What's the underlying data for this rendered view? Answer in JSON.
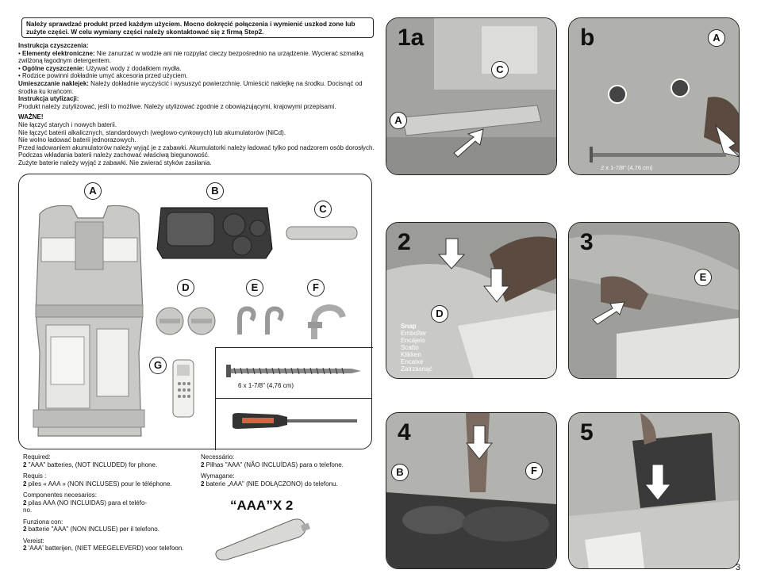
{
  "warning_box": "Należy sprawdzać produkt przed każdym użyciem. Mocno dokręcić połączenia i wymienić uszkod zone lub zużyte części. W celu wymiany części należy skontaktować się z firmą Step2.",
  "info": {
    "cleaning_title": "Instrukcja czyszczenia:",
    "electronic_label": "Elementy elektroniczne:",
    "electronic_text": " Nie zanurzać w wodzie ani nie rozpylać cieczy bezpośrednio na urządzenie. Wycierać szmatką zwilżoną łagodnym detergentem.",
    "general_label": "Ogólne czyszczenie:",
    "general_text": " Używać wody z dodatkiem mydła.",
    "parents_text": "Rodzice powinni dokładnie umyć akcesoria przed użyciem.",
    "sticker_label": "Umieszczanie naklejek:",
    "sticker_text": " Należy dokładnie wyczyścić i wysuszyć powierzchnię. Umieścić naklejkę na środku. Docisnąć od środka ku krańcom.",
    "disposal_title": "Instrukcja utylizacji:",
    "disposal_text": "Produkt należy zutylizować, jeśli to możliwe. Należy utylizować zgodnie z obowiązującymi, krajowymi przepisami.",
    "important_title": "WAŻNE!",
    "imp_1": "Nie łączyć starych i nowych baterii.",
    "imp_2": "Nie łączyć baterii alkalicznych, standardowych (weglowo-cynkowych) lub akumulatorów (NiCd).",
    "imp_3": "Nie wolno ładować baterii jednorazowych.",
    "imp_4": "Przed ładowaniem akumulatorów należy wyjąć je z zabawki. Akumulatorki należy ładować tylko pod nadzorem osób dorosłych. Podczas wkładania baterii należy zachować właściwą biegunowość.",
    "imp_5": "Zużyte baterie należy wyjąć z zabawki. Nie zwierać styków zasilania."
  },
  "parts": {
    "A": "A",
    "B": "B",
    "C": "C",
    "D": "D",
    "E": "E",
    "F": "F",
    "G": "G",
    "screw_label": "6 x 1-7/8\" (4,76 cm)"
  },
  "required": {
    "en_title": "Required:",
    "en_num": "2",
    "en_text": " \"AAA\" batteries, (NOT INCLUDED) for phone.",
    "fr_title": "Requis :",
    "fr_num": "2",
    "fr_text": " piles « AAA » (NON INCLUSES) pour le téléphone.",
    "es_title": "Componentes necesarios:",
    "es_num": "2",
    "es_text": " pilas AAA (NO INCLUIDAS) para el teléfo-",
    "es_text2": "no.",
    "it_title": "Funziona con:",
    "it_num": "2",
    "it_text": " batterie \"AAA\" (NON INCLUSE) per il telefono.",
    "nl_title": "Vereist:",
    "nl_num": "2",
    "nl_text": " 'AAA' batterijen, (NIET MEEGELEVERD) voor telefoon.",
    "pt_title": "Necessário:",
    "pt_num": "2",
    "pt_text": " Pilhas \"AAA\" (NÃO INCLUÍDAS) para o telefone.",
    "pl_title": "Wymagane:",
    "pl_num": "2",
    "pl_text": " baterie „AAA\" (NIE DOŁĄCZONO) do telefonu.",
    "battery_label": "“AAA”X 2"
  },
  "steps": {
    "s1a": "1a",
    "s1a_A": "A",
    "s1a_C": "C",
    "sb": "b",
    "sb_A": "A",
    "sb_screw": "2 x 1-7/8\" (4,76 cm)",
    "s2": "2",
    "s2_D": "D",
    "snap": [
      "Snap",
      "Emboîter",
      "Encájelo",
      "Scatto",
      "Klikken",
      "Encaixe",
      "Zatrzasnąć"
    ],
    "s3": "3",
    "s3_E": "E",
    "s4": "4",
    "s4_B": "B",
    "s4_F": "F",
    "s5": "5"
  },
  "page_number": "3"
}
